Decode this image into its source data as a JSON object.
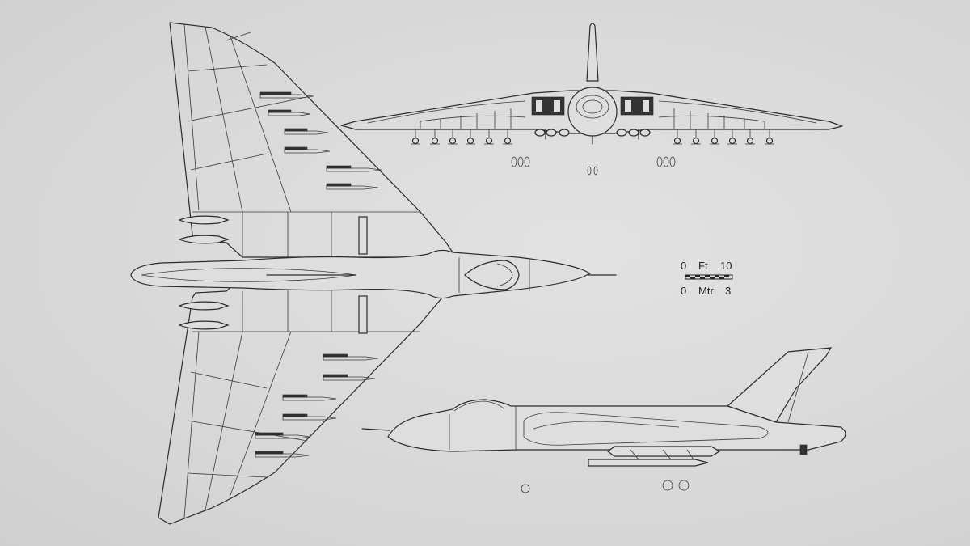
{
  "scale_bar": {
    "top_left_label": "0",
    "top_unit": "Ft",
    "top_right_label": "10",
    "bottom_left_label": "0",
    "bottom_unit": "Mtr",
    "bottom_right_label": "3"
  },
  "colors": {
    "paper": "#d9d9d9",
    "ink": "#2b2b2b"
  }
}
